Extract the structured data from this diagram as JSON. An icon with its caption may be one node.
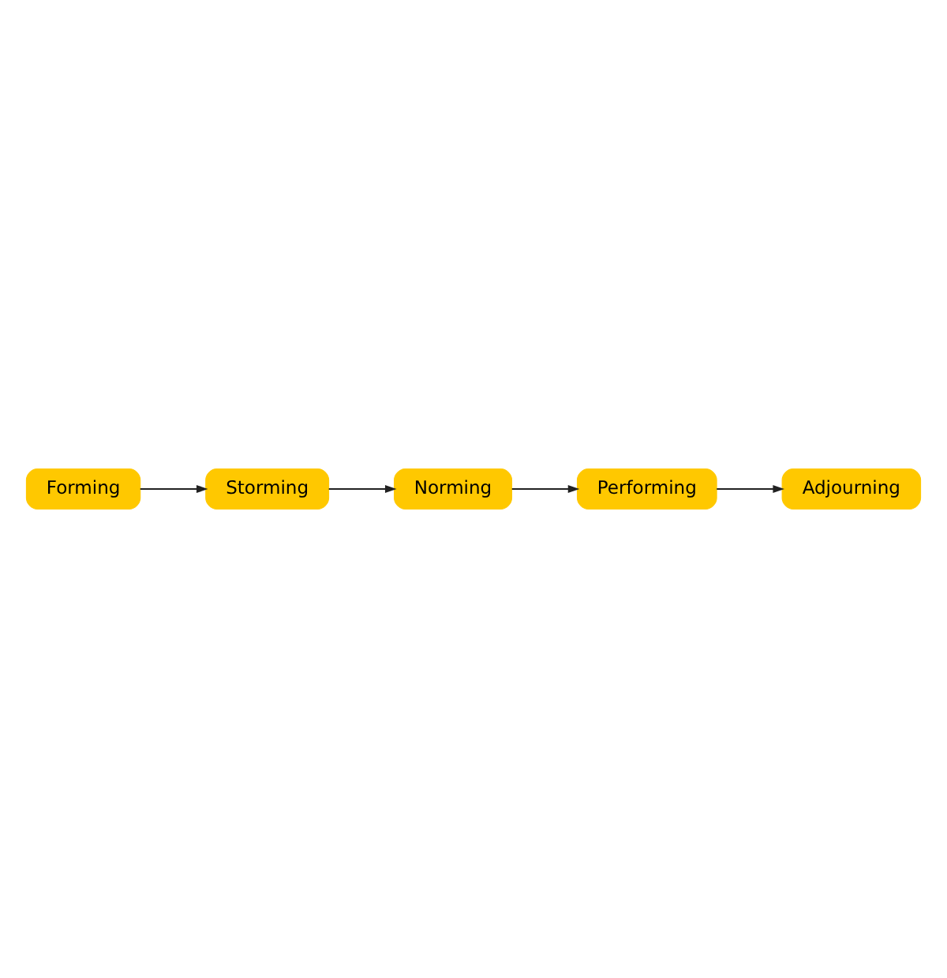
{
  "diagram": {
    "nodes": [
      {
        "text": [
          "Forming"
        ]
      },
      {
        "text": [
          "Storming"
        ]
      },
      {
        "text": [
          "Norming"
        ]
      },
      {
        "text": [
          "Performing"
        ]
      },
      {
        "text": [
          "Adjourning"
        ]
      }
    ],
    "edges": [
      {
        "from": 0,
        "to": 1,
        "arrow": "to"
      },
      {
        "from": 1,
        "to": 2,
        "arrow": "to"
      },
      {
        "from": 2,
        "to": 3,
        "arrow": "to"
      },
      {
        "from": 3,
        "to": 4,
        "arrow": "to"
      }
    ]
  }
}
